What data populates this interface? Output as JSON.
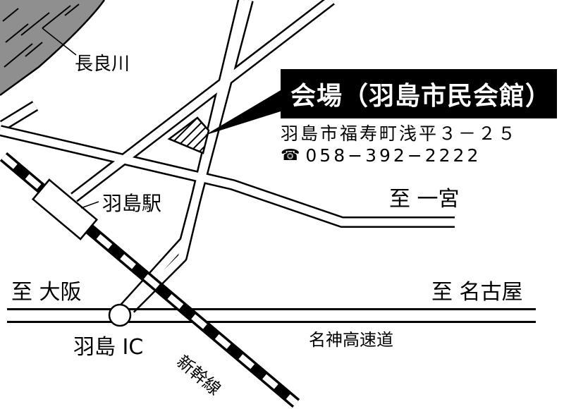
{
  "venue": {
    "name": "会場（羽島市民会館）",
    "address": "羽島市福寿町浅平３－２５",
    "phone": "058−392−2222",
    "phone_icon": "telephone-icon"
  },
  "labels": {
    "river": "長良川",
    "station": "羽島駅",
    "ichinomiya": "至 一宮",
    "osaka": "至 大阪",
    "nagoya": "至 名古屋",
    "interchange": "羽島 IC",
    "expressway": "名神高速道",
    "shinkansen": "新幹線"
  },
  "colors": {
    "ink": "#000000",
    "paper": "#ffffff",
    "river_fill": "#8f8f8f"
  }
}
